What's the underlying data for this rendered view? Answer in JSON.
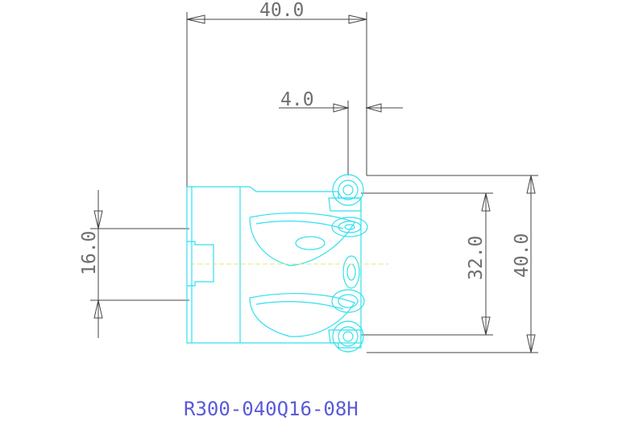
{
  "drawing": {
    "dimensions": {
      "overall_length": "40.0",
      "offset": "4.0",
      "bore": "16.0",
      "effective_diameter": "32.0",
      "outer_diameter": "40.0"
    },
    "part_number": "R300-040Q16-08H"
  },
  "colors": {
    "tool_outline": "#32e0ee",
    "dimension_lines": "#444444",
    "dimension_text": "#6f6f6f",
    "part_number_text": "#5a5ad8",
    "centerline": "#e5e57a",
    "background": "#ffffff"
  }
}
